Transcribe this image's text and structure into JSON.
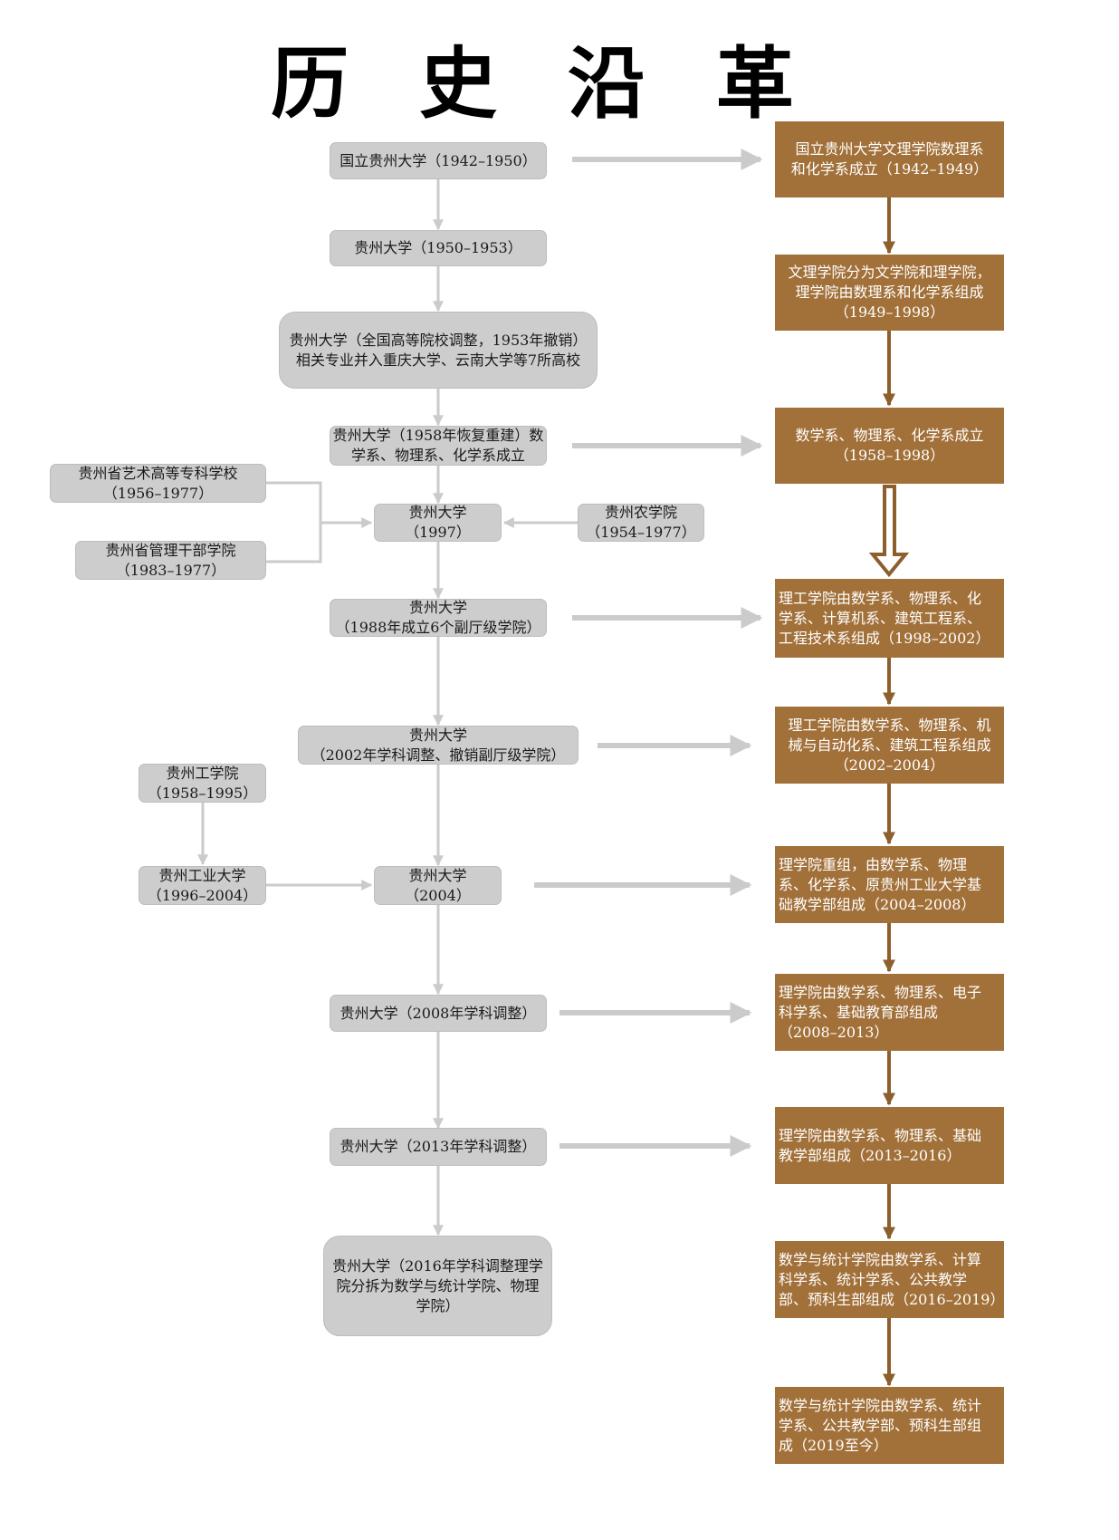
{
  "title": "历 史 沿 革",
  "left_nodes": {
    "n1": "国立贵州大学（1942–1950）",
    "n2": "贵州大学（1950–1953）",
    "n3": "贵州大学（全国高等院校调整，1953年撤销）\n相关专业并入重庆大学、云南大学等7所高校",
    "n4": "贵州大学（1958年恢复重建）数\n学系、物理系、化学系成立",
    "n5": "贵州大学\n（1997）",
    "n6": "贵州大学\n（1988年成立6个副厅级学院）",
    "n7": "贵州大学\n（2002年学科调整、撤销副厅级学院）",
    "n8": "贵州大学\n（2004）",
    "n9": "贵州大学（2008年学科调整）",
    "n10": "贵州大学（2013年学科调整）",
    "n11": "贵州大学（2016年学科调整理学\n院分拆为数学与统计学院、物理\n学院）"
  },
  "side_nodes": {
    "art_school": "贵州省艺术高等专科学校\n（1956–1977）",
    "cadre_school": "贵州省管理干部学院\n（1983–1977）",
    "agri_school": "贵州农学院\n（1954–1977）",
    "tech_school": "贵州工学院\n（1958–1995）",
    "tech_univ": "贵州工业大学\n（1996–2004）"
  },
  "right_nodes": {
    "r1": "国立贵州大学文理学院数理系\n和化学系成立（1942–1949）",
    "r2": "文理学院分为文学院和理学院，\n理学院由数理系和化学系组成\n（1949–1998）",
    "r3": "数学系、物理系、化学系成立\n（1958–1998）",
    "r4": "理工学院由数学系、物理系、化\n学系、计算机系、建筑工程系、\n工程技术系组成（1998–2002）",
    "r5": "理工学院由数学系、物理系、机\n械与自动化系、建筑工程系组成\n（2002–2004）",
    "r6": "理学院重组，由数学系、物理\n系、化学系、原贵州工业大学基\n础教学部组成（2004–2008）",
    "r7": "理学院由数学系、物理系、电子\n科学系、基础教育部组成\n（2008–2013）",
    "r8": "理学院由数学系、物理系、基础\n教学部组成（2013–2016）",
    "r9": "数学与统计学院由数学系、计算\n科学系、统计学系、公共教学\n部、预科生部组成（2016–2019）",
    "r10": "数学与统计学院由数学系、统计\n学系、公共教学部、预科生部组\n成（2019至今）"
  },
  "colors": {
    "gray_box": "#cdcdcd",
    "brown_box": "#a27039",
    "gray_arrow": "#cbcbcb",
    "brown_arrow": "#8c5f2c"
  }
}
